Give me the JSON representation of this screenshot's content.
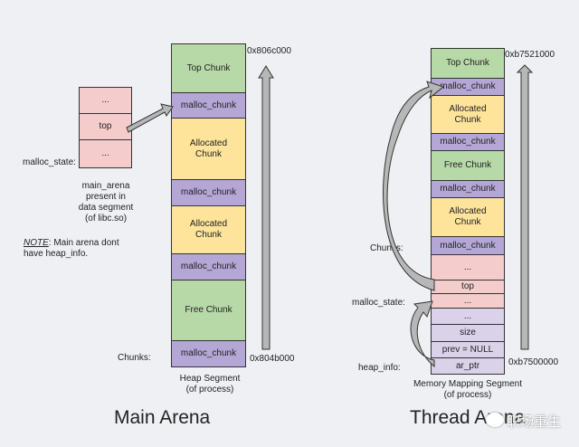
{
  "main_arena": {
    "title": "Main Arena",
    "malloc_state": {
      "label": "malloc_state:",
      "fields": [
        "...",
        "top",
        "..."
      ]
    },
    "main_arena_caption": [
      "main_arena",
      "present in",
      "data segment",
      "(of libc.so)"
    ],
    "note_label": "NOTE",
    "note_text": ": Main arena dont",
    "note_text2": "have heap_info.",
    "chunks_label": "Chunks:",
    "heap": {
      "blocks": [
        "Top Chunk",
        "malloc_chunk",
        "Allocated\nChunk",
        "malloc_chunk",
        "Allocated\nChunk",
        "malloc_chunk",
        "Free Chunk",
        "malloc_chunk"
      ],
      "caption": [
        "Heap Segment",
        "(of process)"
      ],
      "addr_high": "0x806c000",
      "addr_low": "0x804b000"
    }
  },
  "thread_arena": {
    "title": "Thread Arena",
    "blocks": [
      "Top Chunk",
      "malloc_chunk",
      "Allocated\nChunk",
      "malloc_chunk",
      "Free Chunk",
      "malloc_chunk",
      "Allocated\nChunk",
      "malloc_chunk"
    ],
    "malloc_state_fields": [
      "...",
      "top",
      "..."
    ],
    "heap_info_fields": [
      "...",
      "size",
      "prev = NULL",
      "ar_ptr"
    ],
    "chunks_label": "Chunks:",
    "malloc_state_label": "malloc_state:",
    "heap_info_label": "heap_info:",
    "caption": [
      "Memory Mapping Segment",
      "(of process)"
    ],
    "addr_high": "0xb7521000",
    "addr_low": "0xb7500000"
  },
  "watermark": "职场重生",
  "colors": {
    "background": "#eef0f4",
    "green": "#b7d9a8",
    "purple": "#b4a7d6",
    "yellow": "#fde49a",
    "pink": "#f4cccc",
    "lavender": "#d9d2e9",
    "arrow": "#b7b7b7"
  }
}
